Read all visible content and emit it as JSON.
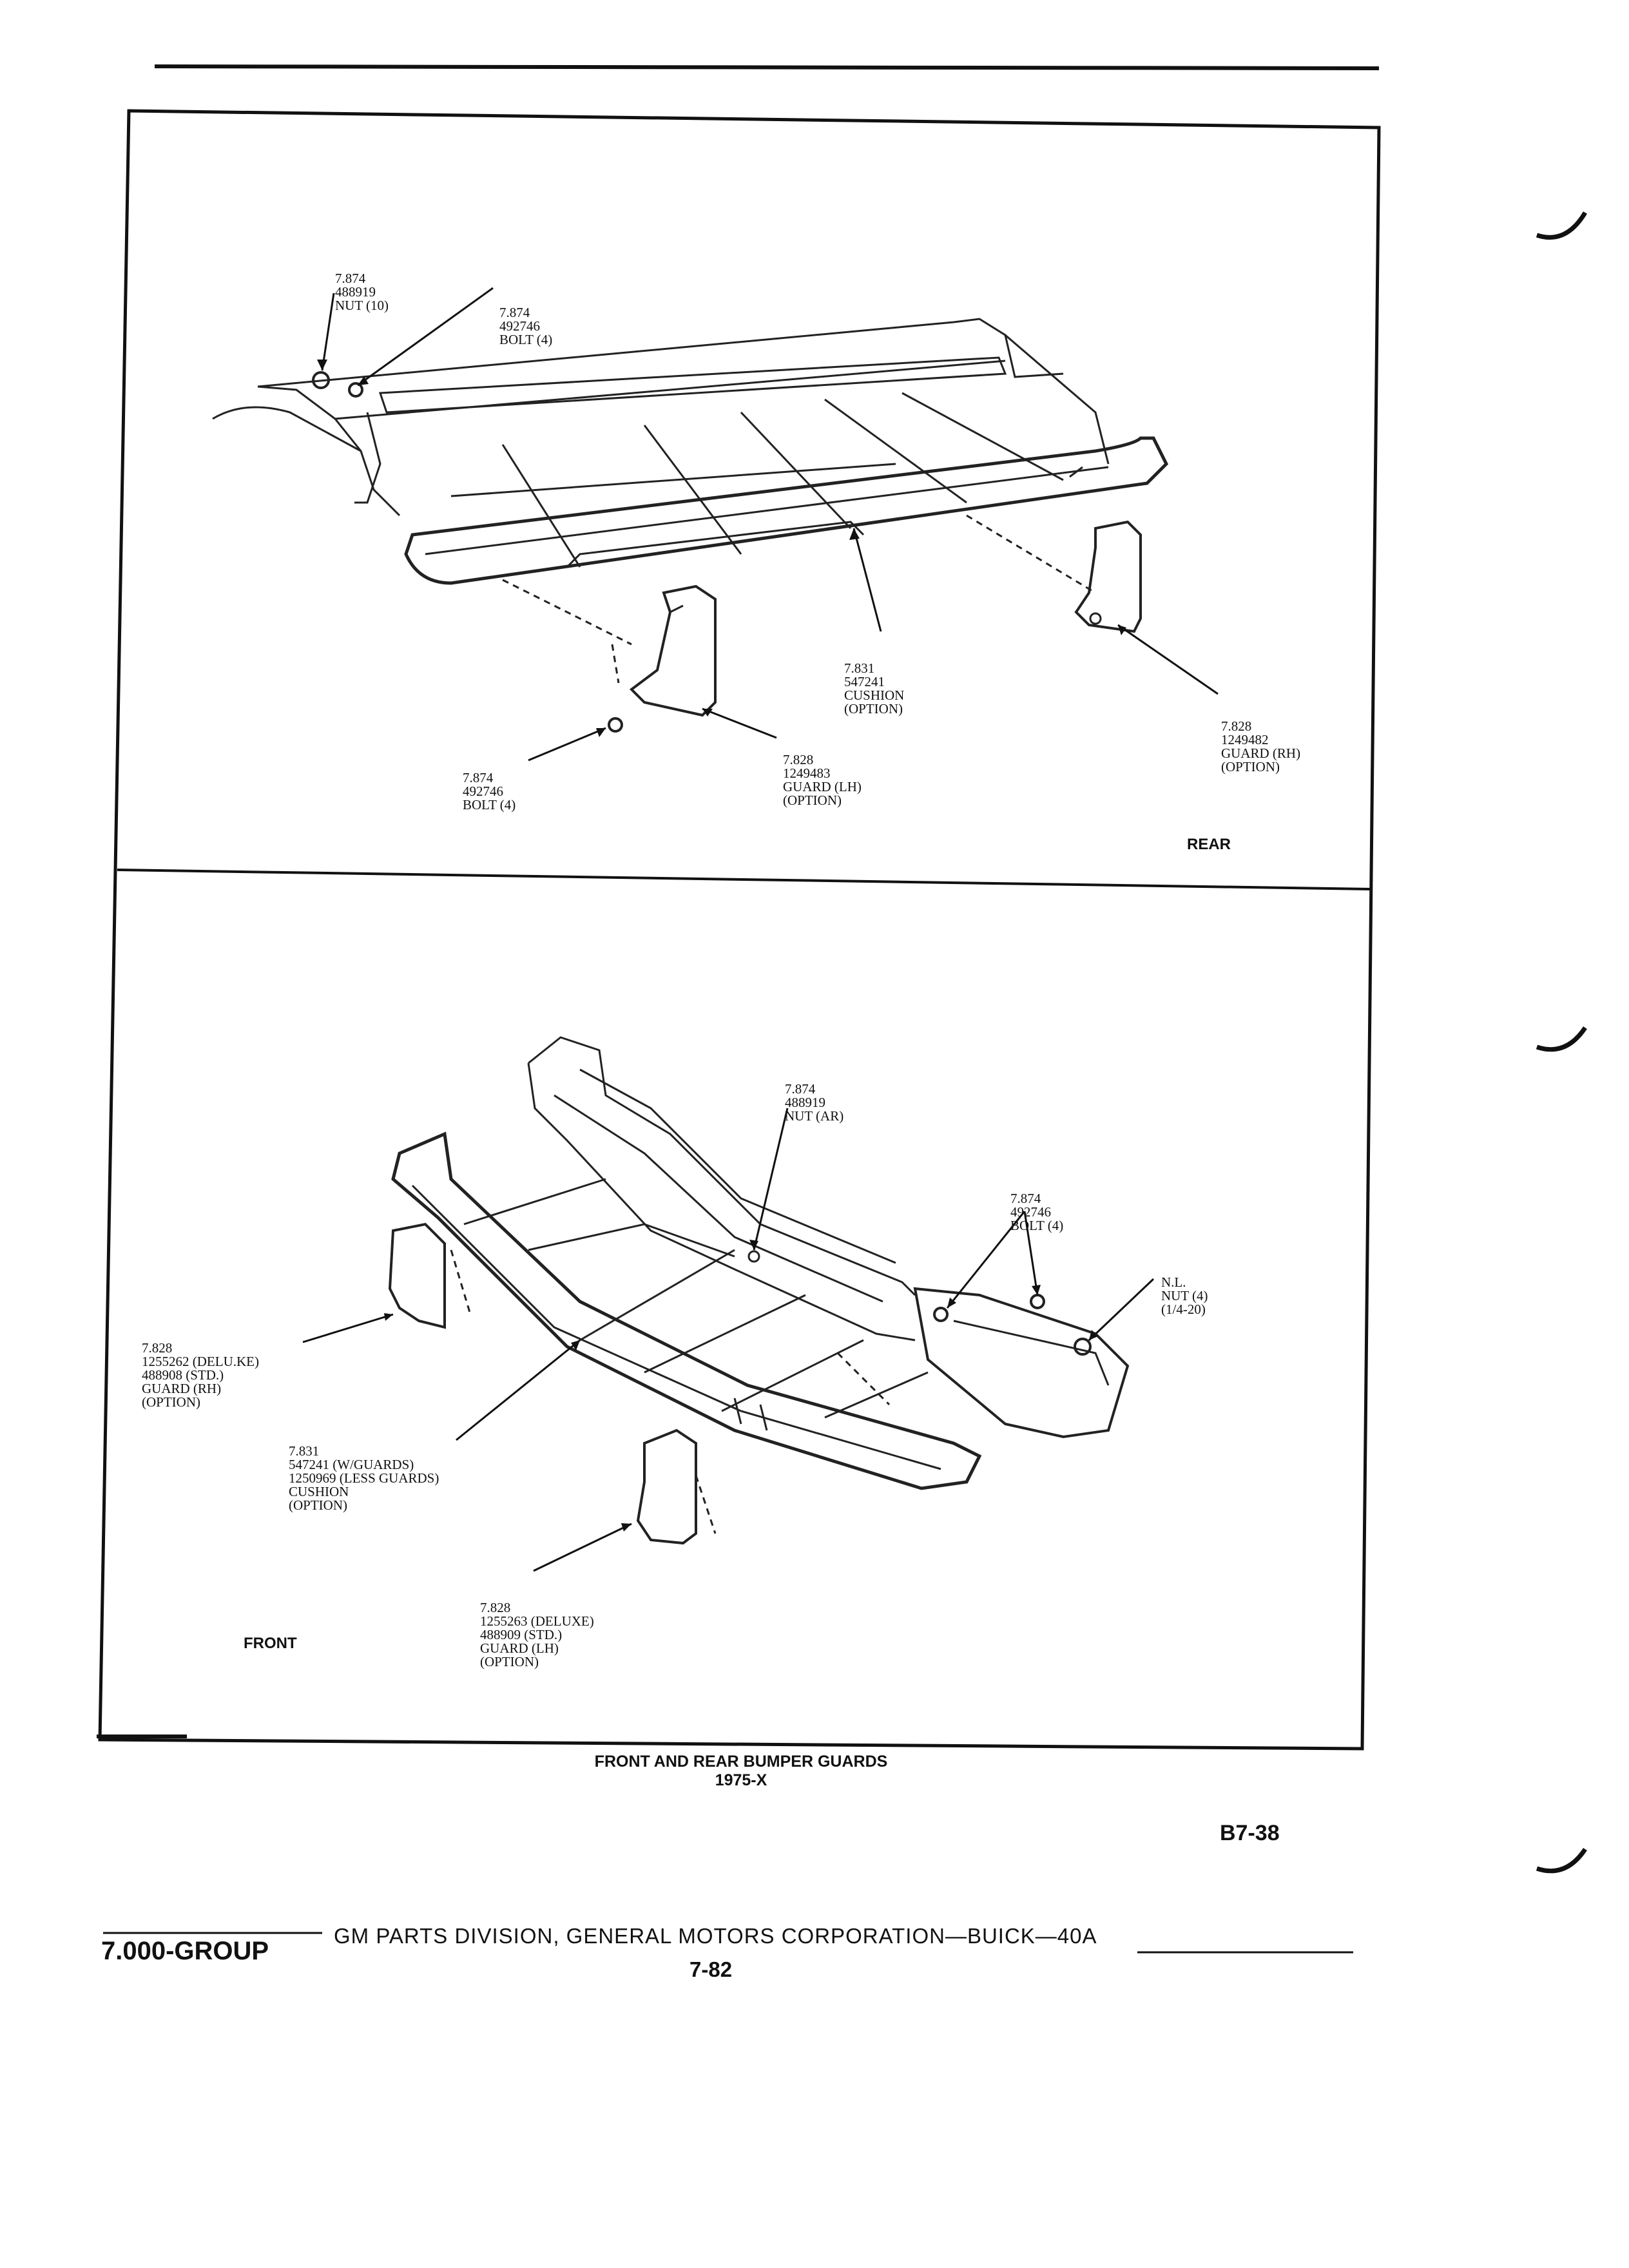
{
  "rear_panel": {
    "view_label": "REAR",
    "callouts": [
      {
        "id": "rear-nut",
        "lines": [
          "7.874",
          "488919",
          "NUT (10)"
        ]
      },
      {
        "id": "rear-bolt-top",
        "lines": [
          "7.874",
          "492746",
          "BOLT (4)"
        ]
      },
      {
        "id": "rear-cushion",
        "lines": [
          "7.831",
          "547241",
          "CUSHION",
          "(OPTION)"
        ]
      },
      {
        "id": "rear-guard-rh",
        "lines": [
          "7.828",
          "1249482",
          "GUARD (RH)",
          "(OPTION)"
        ]
      },
      {
        "id": "rear-bolt-bottom",
        "lines": [
          "7.874",
          "492746",
          "BOLT (4)"
        ]
      },
      {
        "id": "rear-guard-lh",
        "lines": [
          "7.828",
          "1249483",
          "GUARD (LH)",
          "(OPTION)"
        ]
      }
    ]
  },
  "front_panel": {
    "view_label": "FRONT",
    "callouts": [
      {
        "id": "front-nut-ar",
        "lines": [
          "7.874",
          "488919",
          "NUT (AR)"
        ]
      },
      {
        "id": "front-bolt",
        "lines": [
          "7.874",
          "492746",
          "BOLT (4)"
        ]
      },
      {
        "id": "front-nl-nut",
        "lines": [
          "N.L.",
          "NUT (4)",
          "(1/4-20)"
        ]
      },
      {
        "id": "front-guard-rh",
        "lines": [
          "7.828",
          "1255262 (DELU.KE)",
          "488908 (STD.)",
          "GUARD (RH)",
          "(OPTION)"
        ]
      },
      {
        "id": "front-cushion",
        "lines": [
          "7.831",
          "547241 (W/GUARDS)",
          "1250969 (LESS GUARDS)",
          "CUSHION",
          "(OPTION)"
        ]
      },
      {
        "id": "front-guard-lh",
        "lines": [
          "7.828",
          "1255263 (DELUXE)",
          "488909 (STD.)",
          "GUARD (LH)",
          "(OPTION)"
        ]
      }
    ]
  },
  "caption": {
    "title": "FRONT AND REAR BUMPER GUARDS",
    "subtitle": "1975-X"
  },
  "page_code": "B7-38",
  "footer": {
    "group": "7.000-GROUP",
    "division": "GM PARTS DIVISION, GENERAL MOTORS CORPORATION—BUICK—40A",
    "page_number": "7-82"
  }
}
